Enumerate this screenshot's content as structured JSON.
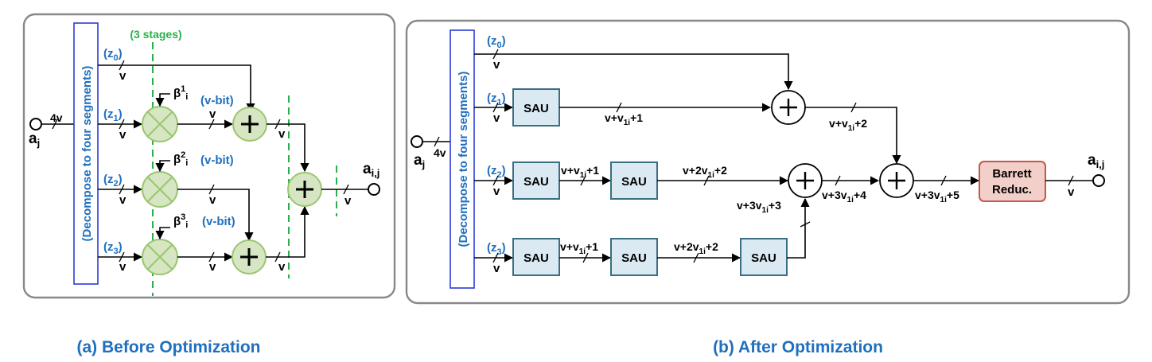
{
  "panel_a": {
    "decompose_label": "(Decompose to four segments)",
    "stages_label": "(3 stages)",
    "input_width": "4v",
    "segments": [
      "(z0)",
      "(z1)",
      "(z2)",
      "(z3)"
    ],
    "betas": [
      {
        "base": "β",
        "sup": "1",
        "sub": "i",
        "bits": "(v-bit)"
      },
      {
        "base": "β",
        "sup": "2",
        "sub": "i",
        "bits": "(v-bit)"
      },
      {
        "base": "β",
        "sup": "3",
        "sub": "i",
        "bits": "(v-bit)"
      }
    ],
    "bus_width": "v",
    "output": {
      "base": "a",
      "sub": "i,j"
    },
    "caption": "(a) Before Optimization"
  },
  "panel_b": {
    "decompose_label": "(Decompose to four segments)",
    "input_width": "4v",
    "segments": [
      "(z0)",
      "(z1)",
      "(z2)",
      "(z3)"
    ],
    "sau_label": "SAU",
    "barrett_line1": "Barrett",
    "barrett_line2": "Reduc.",
    "bus_width": "v",
    "labels": {
      "v_plus_1": {
        "a": "v+v",
        "sub": "1i",
        "b": "+1"
      },
      "v_plus_2": {
        "a": "v+v",
        "sub": "1i",
        "b": "+2"
      },
      "v_2_2": {
        "a": "v+2v",
        "sub": "1i",
        "b": "+2"
      },
      "v_3_3": {
        "a": "v+3v",
        "sub": "1i",
        "b": "+3"
      },
      "v_3_4": {
        "a": "v+3v",
        "sub": "1i",
        "b": "+4"
      },
      "v_3_5": {
        "a": "v+3v",
        "sub": "1i",
        "b": "+5"
      }
    },
    "output": {
      "base": "a",
      "sub": "i,j"
    },
    "caption": "(b) After Optimization"
  },
  "input": {
    "base": "a",
    "sub": "j"
  }
}
